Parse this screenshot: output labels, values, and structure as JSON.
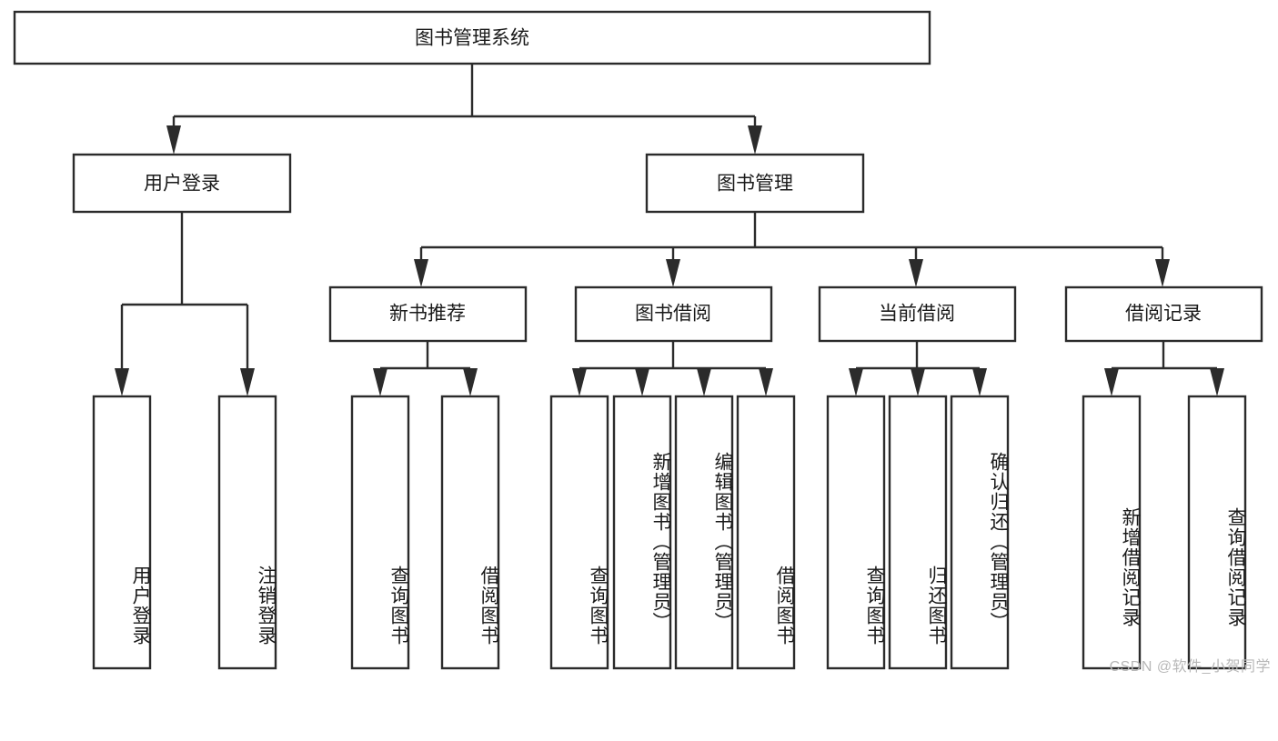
{
  "diagram": {
    "type": "tree-hierarchy-chart",
    "title_node": {
      "label": "图书管理系统"
    },
    "level1": [
      {
        "id": "user-login",
        "label": "用户登录"
      },
      {
        "id": "book-management",
        "label": "图书管理"
      }
    ],
    "level2": [
      {
        "id": "new-book-recommend",
        "label": "新书推荐",
        "parent": "book-management"
      },
      {
        "id": "book-borrow",
        "label": "图书借阅",
        "parent": "book-management"
      },
      {
        "id": "current-borrow",
        "label": "当前借阅",
        "parent": "book-management"
      },
      {
        "id": "borrow-record",
        "label": "借阅记录",
        "parent": "book-management"
      }
    ],
    "leaves": [
      {
        "id": "leaf-user-login",
        "label": "用户登录",
        "parent": "user-login"
      },
      {
        "id": "leaf-logout-login",
        "label": "注销登录",
        "parent": "user-login"
      },
      {
        "id": "leaf-query-book-1",
        "label": "查询图书",
        "parent": "new-book-recommend"
      },
      {
        "id": "leaf-borrow-book-1",
        "label": "借阅图书",
        "parent": "new-book-recommend"
      },
      {
        "id": "leaf-query-book-2",
        "label": "查询图书",
        "parent": "book-borrow"
      },
      {
        "id": "leaf-add-book",
        "label": "新增图书（管理员）",
        "parent": "book-borrow"
      },
      {
        "id": "leaf-edit-book",
        "label": "编辑图书（管理员）",
        "parent": "book-borrow"
      },
      {
        "id": "leaf-borrow-book-2",
        "label": "借阅图书",
        "parent": "book-borrow"
      },
      {
        "id": "leaf-query-book-3",
        "label": "查询图书",
        "parent": "current-borrow"
      },
      {
        "id": "leaf-return-book",
        "label": "归还图书",
        "parent": "current-borrow"
      },
      {
        "id": "leaf-confirm-return",
        "label": "确认归还（管理员）",
        "parent": "current-borrow"
      },
      {
        "id": "leaf-add-record",
        "label": "新增借阅记录",
        "parent": "borrow-record"
      },
      {
        "id": "leaf-query-record",
        "label": "查询借阅记录",
        "parent": "borrow-record"
      }
    ],
    "watermark": "CSDN @软件_小贺同学",
    "colors": {
      "box_stroke": "#2b2b2b",
      "box_fill": "#ffffff",
      "text": "#1a1a1a",
      "background": "#ffffff",
      "watermark": "#b8b8b8"
    }
  }
}
